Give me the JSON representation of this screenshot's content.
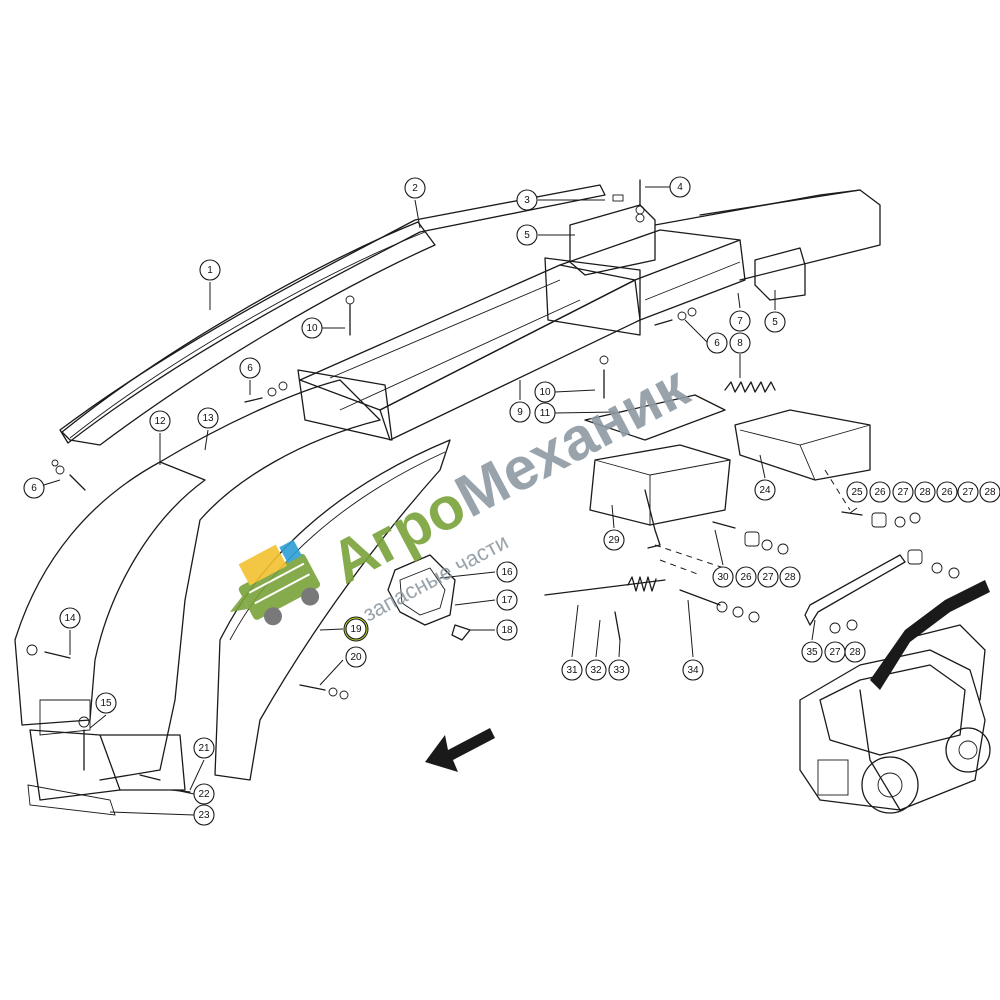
{
  "diagram": {
    "callouts": [
      {
        "label": "1"
      },
      {
        "label": "2"
      },
      {
        "label": "3"
      },
      {
        "label": "4"
      },
      {
        "label": "5"
      },
      {
        "label": "5"
      },
      {
        "label": "6"
      },
      {
        "label": "6"
      },
      {
        "label": "6"
      },
      {
        "label": "7"
      },
      {
        "label": "8"
      },
      {
        "label": "9"
      },
      {
        "label": "10"
      },
      {
        "label": "10"
      },
      {
        "label": "11"
      },
      {
        "label": "12"
      },
      {
        "label": "13"
      },
      {
        "label": "14"
      },
      {
        "label": "15"
      },
      {
        "label": "16"
      },
      {
        "label": "17"
      },
      {
        "label": "18"
      },
      {
        "label": "19"
      },
      {
        "label": "20"
      },
      {
        "label": "21"
      },
      {
        "label": "22"
      },
      {
        "label": "23"
      },
      {
        "label": "24"
      },
      {
        "label": "25"
      },
      {
        "label": "26"
      },
      {
        "label": "27"
      },
      {
        "label": "28"
      },
      {
        "label": "26"
      },
      {
        "label": "27"
      },
      {
        "label": "28"
      },
      {
        "label": "29"
      },
      {
        "label": "30"
      },
      {
        "label": "26"
      },
      {
        "label": "27"
      },
      {
        "label": "28"
      },
      {
        "label": "31"
      },
      {
        "label": "32"
      },
      {
        "label": "33"
      },
      {
        "label": "34"
      },
      {
        "label": "35"
      },
      {
        "label": "27"
      },
      {
        "label": "28"
      }
    ],
    "highlight_color": "#c9de2e",
    "line_color": "#1a1a1a"
  },
  "watermark": {
    "title_part1": "Агро",
    "title_part2": "Механик",
    "subtitle": "запасные части",
    "color_green": "#7aa33a",
    "color_gray": "#8e9aa3",
    "logo_icon": "combine-harvester-icon"
  }
}
